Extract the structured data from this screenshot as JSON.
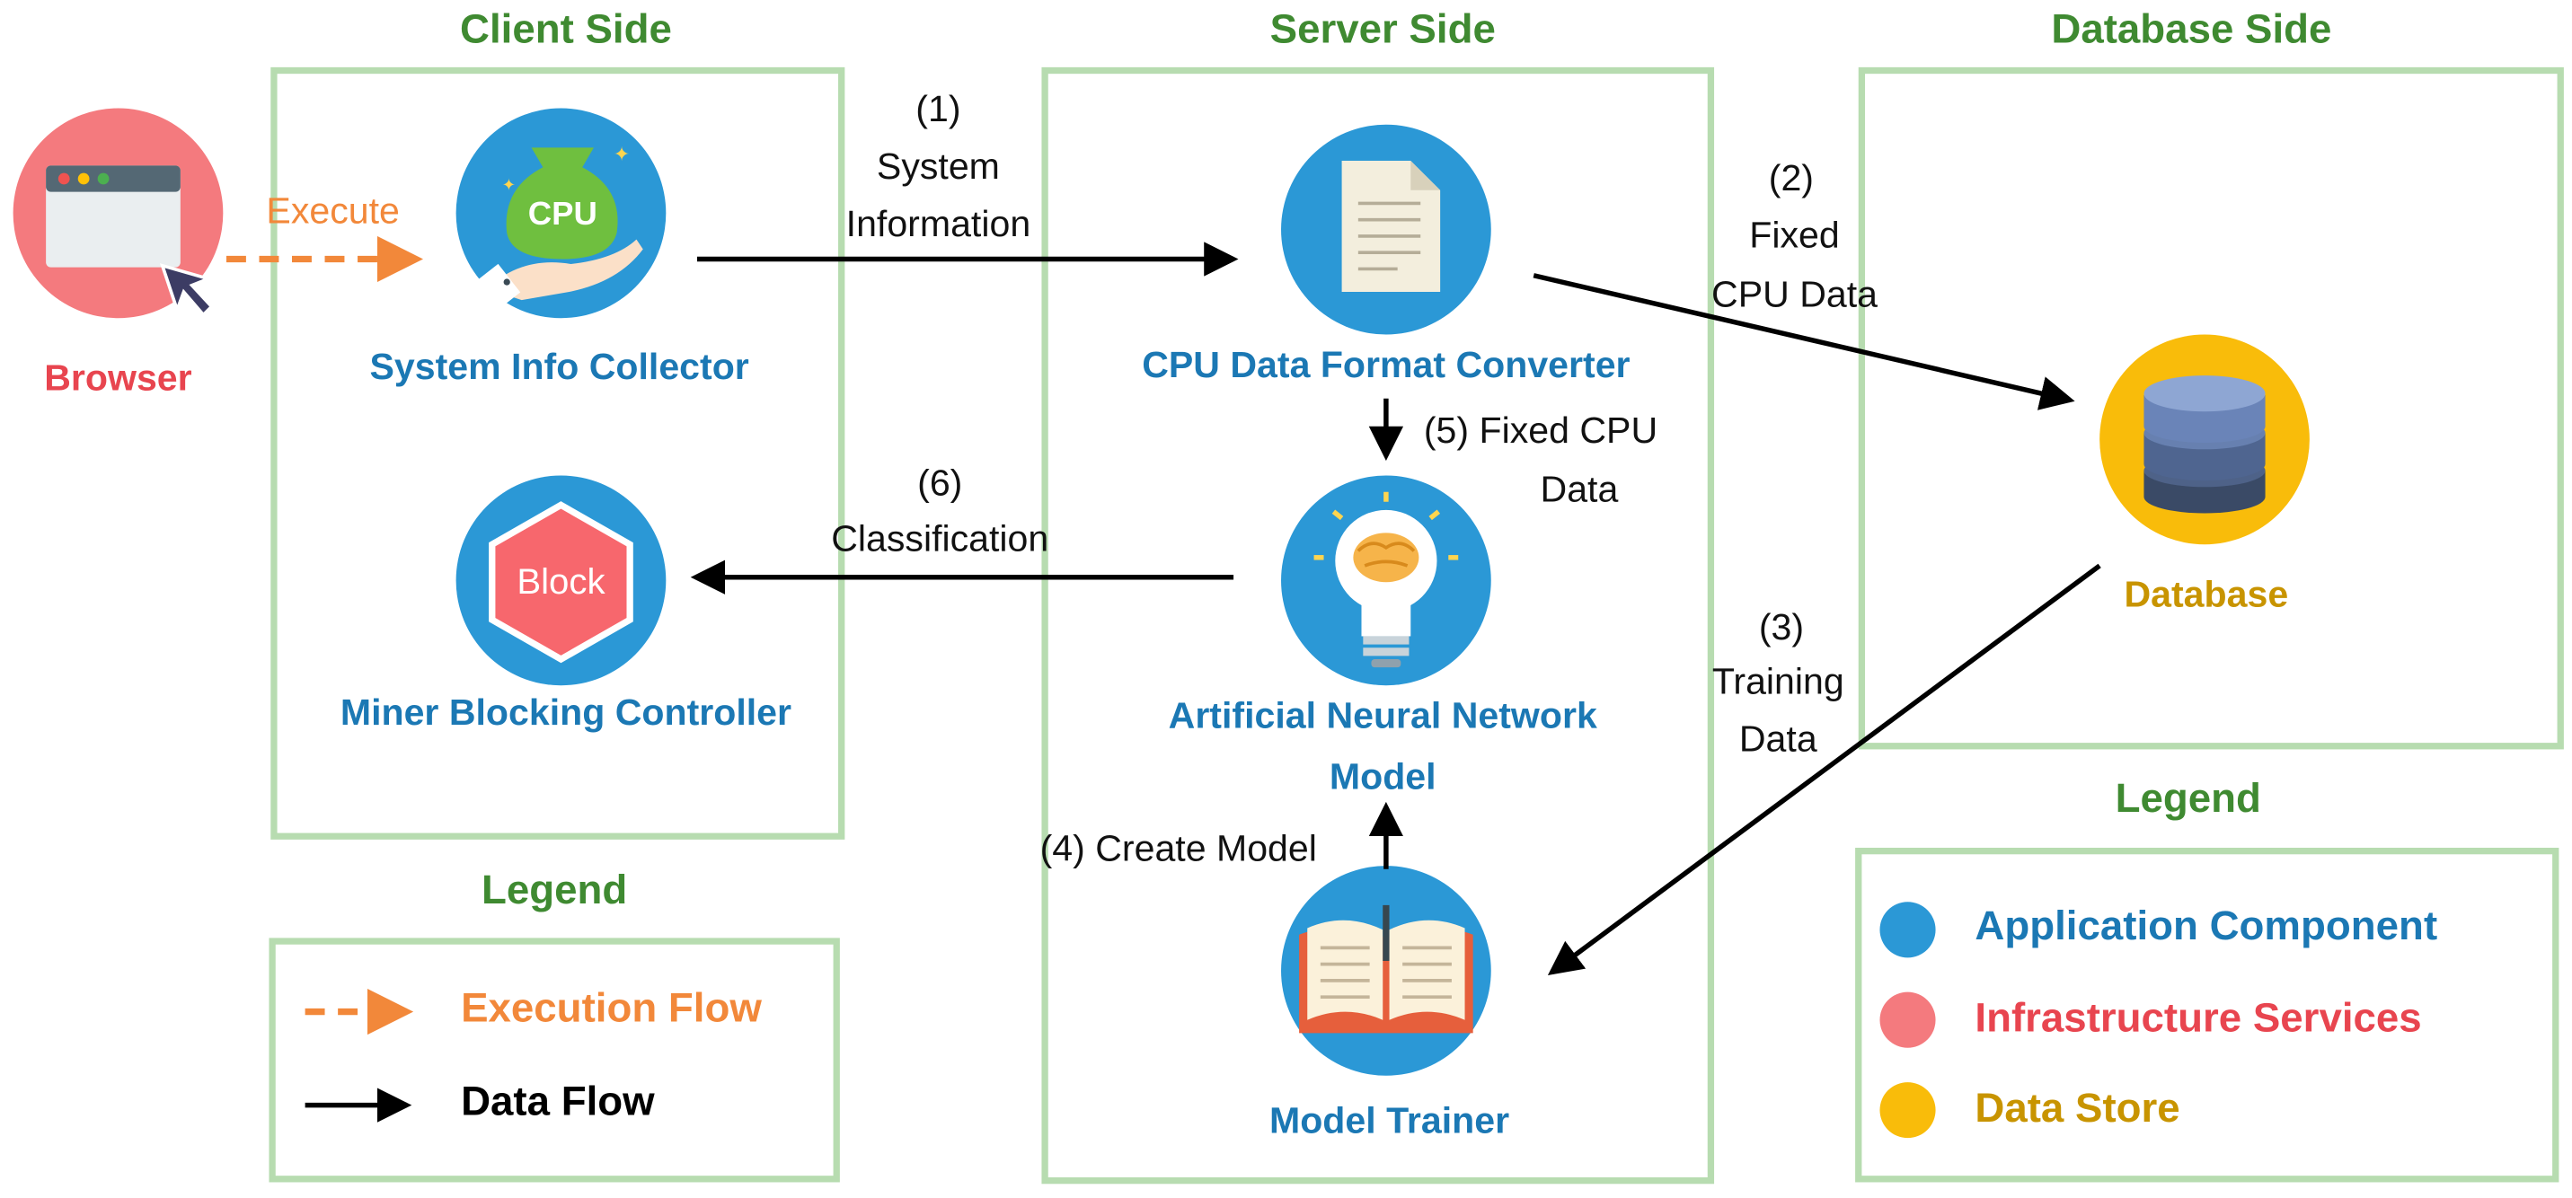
{
  "sections": {
    "client": "Client Side",
    "server": "Server Side",
    "database": "Database Side"
  },
  "components": {
    "browser": "Browser",
    "collector": "System Info Collector",
    "blocker": "Miner Blocking Controller",
    "converter": "CPU Data Format Converter",
    "ann_line1": "Artificial Neural Network",
    "ann_line2": "Model",
    "trainer": "Model Trainer",
    "database": "Database"
  },
  "icons": {
    "browser": "browser-window-icon",
    "collector": "cpu-hand-icon",
    "blocker": "block-sign-icon",
    "converter": "document-icon",
    "ann": "brain-lightbulb-icon",
    "trainer": "open-book-icon",
    "database": "database-stack-icon",
    "cpu_text": "CPU",
    "block_text": "Block"
  },
  "flows": {
    "execute": "Execute",
    "f1_num": "(1)",
    "f1_line1": "System",
    "f1_line2": "Information",
    "f2_num": "(2)",
    "f2_line1": "Fixed",
    "f2_line2": "CPU Data",
    "f3_num": "(3)",
    "f3_line1": "Training",
    "f3_line2": "Data",
    "f4": "(4) Create Model",
    "f5_line1": "(5) Fixed CPU",
    "f5_line2": "Data",
    "f6_num": "(6)",
    "f6_line1": "Classification"
  },
  "legend_left": {
    "title": "Legend",
    "execution": "Execution Flow",
    "data": "Data Flow"
  },
  "legend_right": {
    "title": "Legend",
    "application": "Application Component",
    "infrastructure": "Infrastructure Services",
    "datastore": "Data Store"
  },
  "colors": {
    "section_green": "#3f8a31",
    "box_border": "#b7dcb0",
    "application_blue": "#2b98d6",
    "component_text_blue": "#1b78b4",
    "infrastructure_pink": "#f47a7e",
    "infrastructure_text": "#e8454f",
    "datastore_yellow": "#f9bc0a",
    "datastore_text": "#c89400",
    "execution_orange": "#f2883a"
  }
}
